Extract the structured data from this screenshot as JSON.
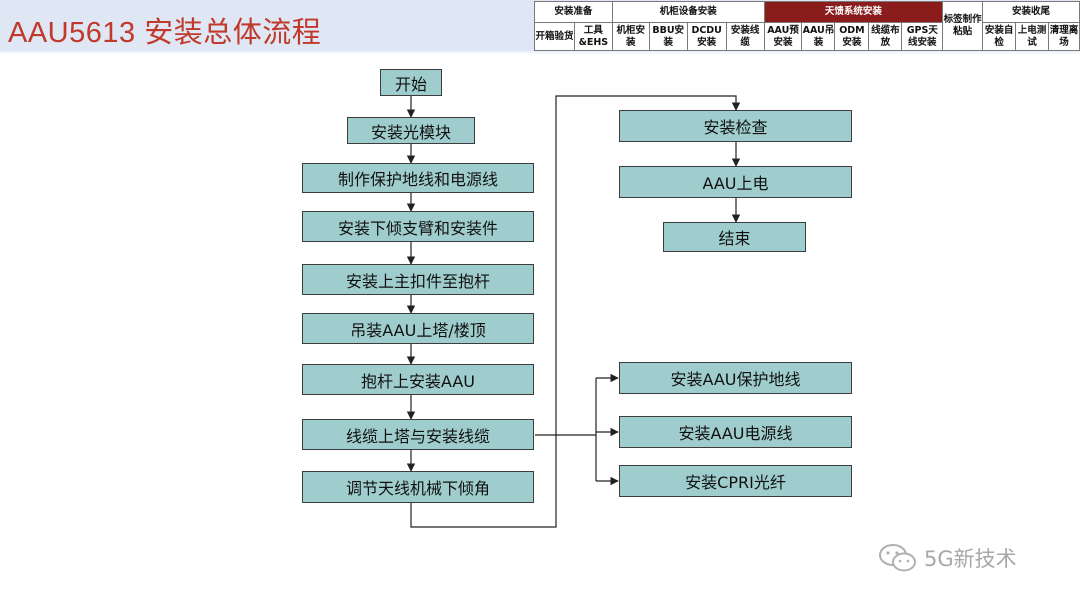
{
  "title": "AAU5613 安装总体流程",
  "nav": {
    "groups": [
      "安装准备",
      "机柜设备安装",
      "天馈系统安装",
      "标签制作粘贴",
      "安装收尾"
    ],
    "steps": [
      "开箱验货",
      "工具&EHS",
      "机柜安装",
      "BBU安装",
      "DCDU安装",
      "安装线缆",
      "AAU预安装",
      "AAU吊装",
      "ODM安装",
      "线缆布放",
      "GPS天线安装",
      "安装自检",
      "上电测试",
      "清理离场"
    ],
    "highlight_color": "#8b1c1c"
  },
  "flow": {
    "left": [
      "开始",
      "安装光模块",
      "制作保护地线和电源线",
      "安装下倾支臂和安装件",
      "安装上主扣件至抱杆",
      "吊装AAU上塔/楼顶",
      "抱杆上安装AAU",
      "线缆上塔与安装线缆",
      "调节天线机械下倾角"
    ],
    "right_top": [
      "安装检查",
      "AAU上电",
      "结束"
    ],
    "right_branch": [
      "安装AAU保护地线",
      "安装AAU电源线",
      "安装CPRI光纤"
    ]
  },
  "colors": {
    "box_fill": "#9fcdcd",
    "title": "#c0392b",
    "header_band": "#dfe7f4"
  },
  "watermark": {
    "text": "5G新技术",
    "icon": "wechat-icon"
  }
}
